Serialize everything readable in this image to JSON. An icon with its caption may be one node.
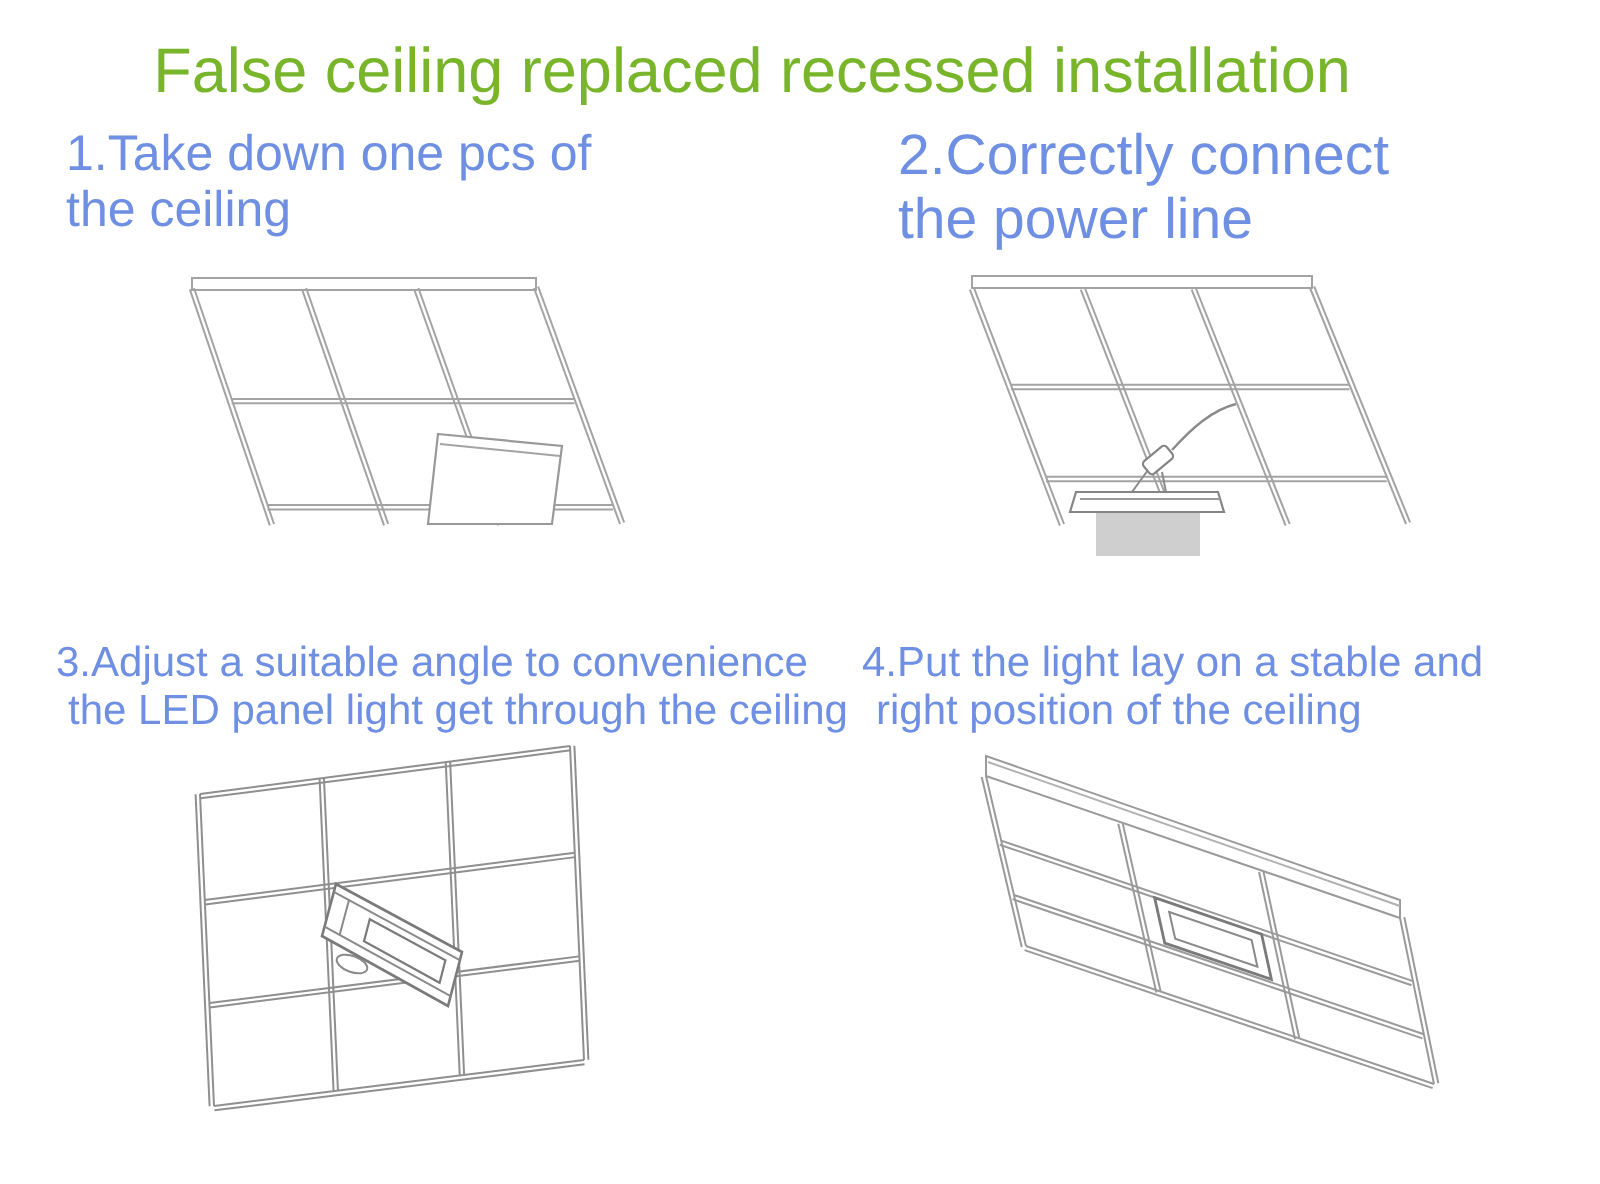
{
  "diagram": {
    "title": "False ceiling replaced recessed installation",
    "labels": [
      "1.Take down one pcs of the ceiling",
      "2.Correctly connect the power line",
      "3.Adjust a suitable angle to convenience the LED panel light get through the ceiling",
      "4.Put the light lay on a stable and right position of the ceiling"
    ]
  }
}
